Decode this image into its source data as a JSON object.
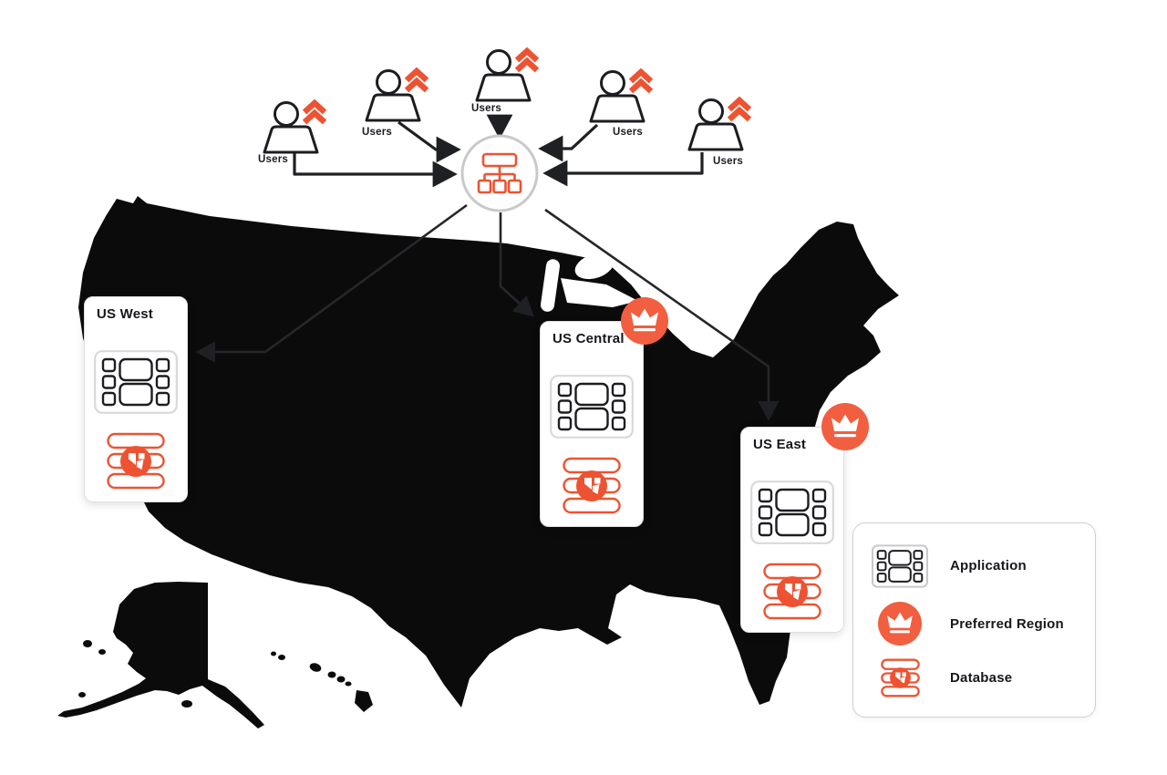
{
  "colors": {
    "accent": "#ED5332",
    "badge": "#F25E40",
    "map": "#0B0B0B",
    "line": "#1F2023",
    "hub_ring": "#C9C9C9",
    "card_border": "#DEDEDE"
  },
  "users": {
    "labels": [
      "Users",
      "Users",
      "Users",
      "Users",
      "Users"
    ]
  },
  "hub": {
    "icon": "sitemap-icon"
  },
  "regions": [
    {
      "name": "US West",
      "preferred": false
    },
    {
      "name": "US Central",
      "preferred": true
    },
    {
      "name": "US East",
      "preferred": true
    }
  ],
  "legend": {
    "items": [
      {
        "icon": "application-icon",
        "label": "Application"
      },
      {
        "icon": "crown-icon",
        "label": "Preferred Region"
      },
      {
        "icon": "database-icon",
        "label": "Database"
      }
    ]
  }
}
